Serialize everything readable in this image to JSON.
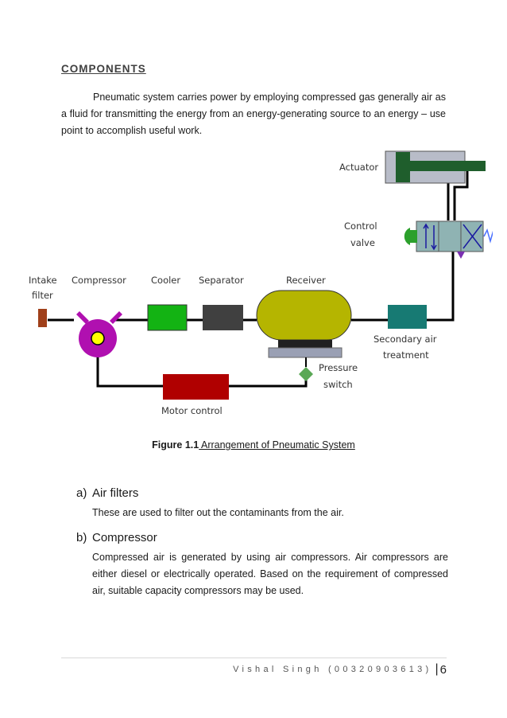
{
  "heading": "COMPONENTS",
  "intro": "Pneumatic system carries power by employing compressed gas generally air as a fluid for transmitting the energy from an energy-generating source to an energy – use point to accomplish useful work.",
  "diagram": {
    "labels": {
      "actuator": "Actuator",
      "control_valve_1": "Control",
      "control_valve_2": "valve",
      "intake_1": "Intake",
      "intake_2": "filter",
      "compressor": "Compressor",
      "cooler": "Cooler",
      "separator": "Separator",
      "receiver": "Receiver",
      "secondary_1": "Secondary air",
      "secondary_2": "treatment",
      "pressure_1": "Pressure",
      "pressure_2": "switch",
      "motor_control": "Motor control"
    },
    "colors": {
      "actuator_body": "#b8bcc8",
      "actuator_rod": "#1f5e2c",
      "valve": "#8fb3b3",
      "valve_operator": "#2ca02c",
      "intake": "#a0401a",
      "compressor": "#b010b0",
      "compressor_center": "#ffff00",
      "cooler": "#13b313",
      "separator": "#404040",
      "receiver": "#b5b500",
      "receiver_base": "#9aa0b4",
      "secondary": "#177a73",
      "pressure_switch": "#5aa855",
      "motor_control": "#b00000",
      "pipe": "#000000"
    }
  },
  "caption": {
    "number": "Figure 1.1",
    "text": " Arrangement of Pneumatic System"
  },
  "sections": [
    {
      "letter": "a)",
      "title": "Air filters",
      "body": "These are used to filter out the contaminants from the air."
    },
    {
      "letter": "b)",
      "title": "Compressor",
      "body": "Compressed air is generated by using air compressors. Air compressors are either diesel or electrically operated. Based on the requirement of compressed air, suitable capacity compressors may be used."
    }
  ],
  "footer": {
    "author": "Vishal Singh (00320903613)",
    "separator": "|",
    "page": "6"
  }
}
